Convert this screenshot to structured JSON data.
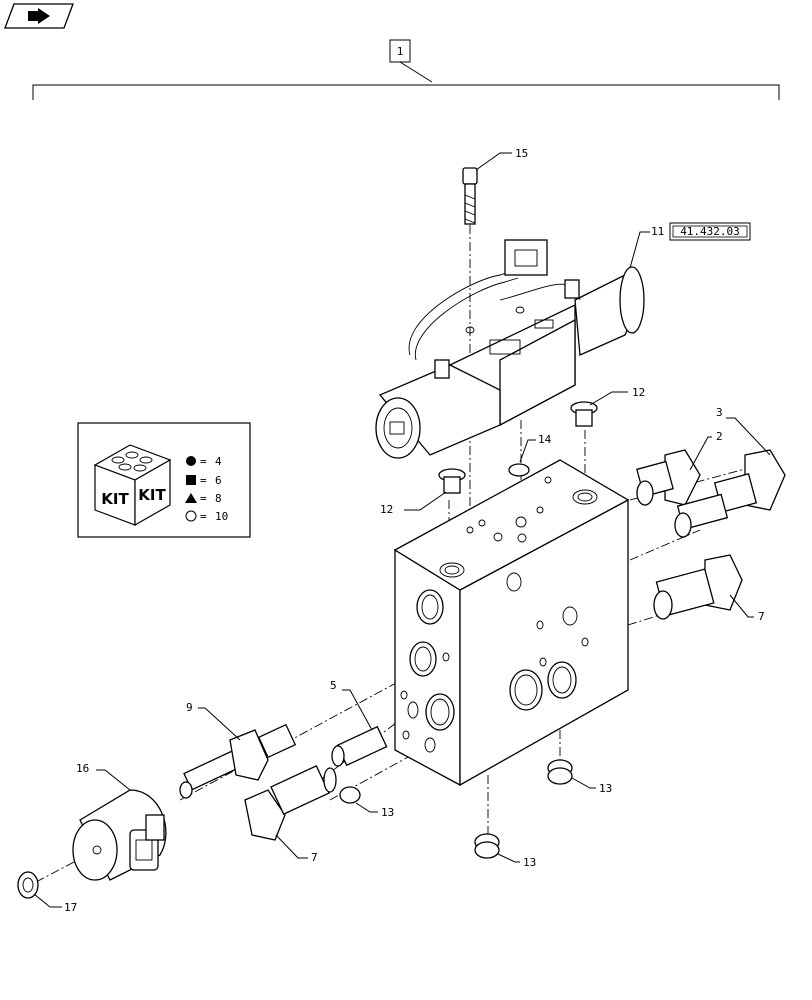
{
  "callouts": {
    "assembly": "1",
    "c15": "15",
    "c11": "11",
    "c11_ref": "41.432.03",
    "c12a": "12",
    "c12b": "12",
    "c14": "14",
    "c2": "2",
    "c3": "3",
    "c7a": "7",
    "c7b": "7",
    "c5": "5",
    "c9": "9",
    "c16": "16",
    "c13a": "13",
    "c13b": "13",
    "c13c": "13",
    "c17": "17"
  },
  "kit_legend": {
    "kit_text_1": "KIT",
    "kit_text_2": "KIT",
    "rows": [
      {
        "symbol": "filled-circle",
        "eq": "=",
        "value": "4"
      },
      {
        "symbol": "filled-square",
        "eq": "=",
        "value": "6"
      },
      {
        "symbol": "filled-triangle",
        "eq": "=",
        "value": "8"
      },
      {
        "symbol": "open-circle",
        "eq": "=",
        "value": "10"
      }
    ]
  },
  "colors": {
    "ink": "#000000",
    "paper": "#ffffff"
  },
  "icons": {
    "nav": "next-page-arrow-icon"
  }
}
